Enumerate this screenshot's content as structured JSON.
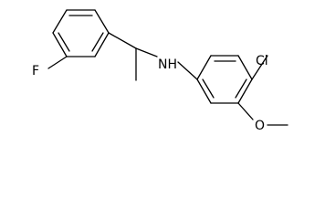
{
  "molecule": {
    "atom_labels": {
      "fluorine": "F",
      "amine": "NH",
      "chlorine": "Cl",
      "oxygen": "O"
    },
    "colors": {
      "bond": "#000000",
      "label": "#000000",
      "background": "#ffffff"
    }
  }
}
